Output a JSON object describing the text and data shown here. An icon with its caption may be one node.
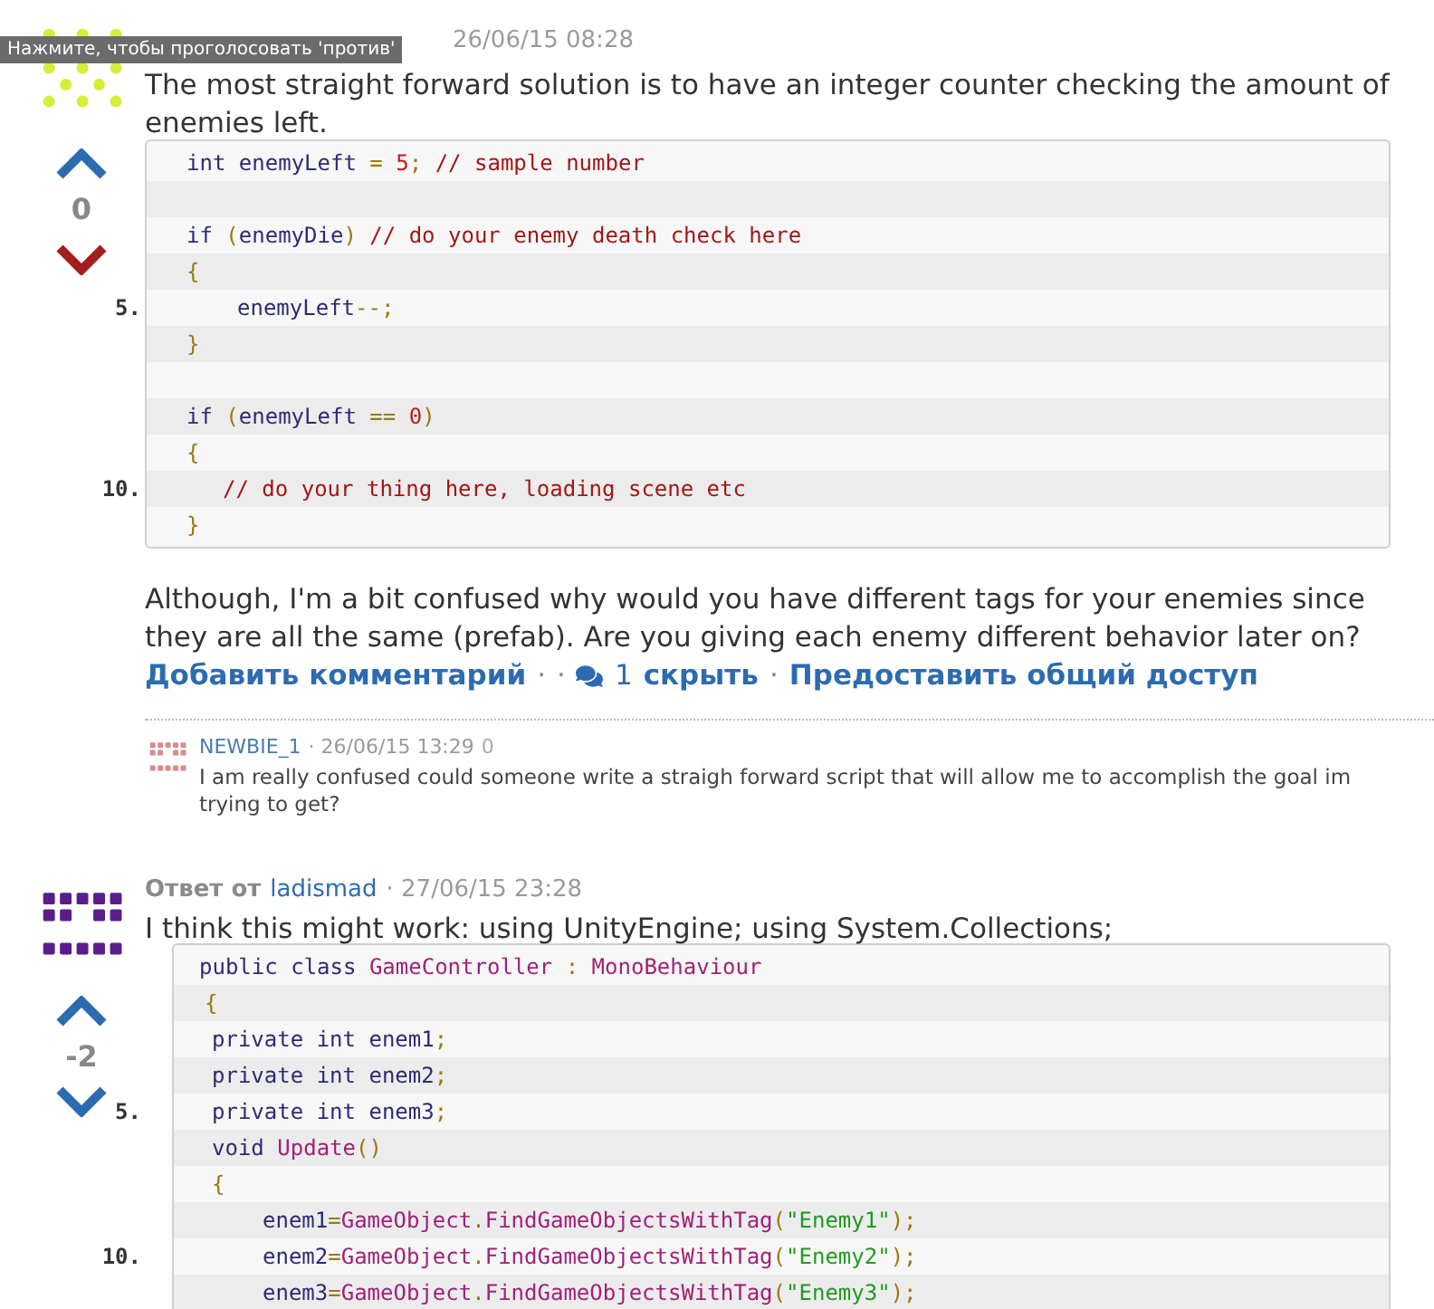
{
  "diagram": {
    "labels": [
      "Нажмите, чтобы проголосовать 'против'",
      "26/06/15 08:28",
      "The most straight forward solution is to have an integer counter checking the amount of enemies left.",
      "0",
      "int enemyLeft = 5; // sample number",
      "if (enemyDie) // do your enemy death check here",
      "{",
      "5.",
      "enemyLeft--;",
      "}",
      "if (enemyLeft == 0)",
      "{",
      "10.",
      "// do your thing here, loading scene etc",
      "}",
      "Although, I'm a bit confused why would you have different tags for your enemies since they are all the same (prefab). Are you giving each enemy different behavior later on?",
      "Добавить комментарий",
      "·",
      "·",
      "1",
      "скрыть",
      "·",
      "Предоставить общий доступ",
      "NEWBIE_1",
      "· 26/06/15 13:29",
      "0",
      "I am really confused could someone write a straigh forward script that will allow me to accomplish the goal im trying to get?",
      "Ответ от",
      "ladismad",
      "· 27/06/15 23:28",
      "I think this might work: using UnityEngine; using System.Collections;",
      "-2",
      "public class GameController : MonoBehaviour",
      "{",
      "private int enem1;",
      "private int enem2;",
      "5.",
      "private int enem3;",
      "void Update()",
      "{",
      "10.",
      "enem1=GameObject.FindGameObjectsWithTag(\"Enemy1\");",
      "enem2=GameObject.FindGameObjectsWithTag(\"Enemy2\");",
      "enem3=GameObject.FindGameObjectsWithTag(\"Enemy3\");"
    ]
  }
}
